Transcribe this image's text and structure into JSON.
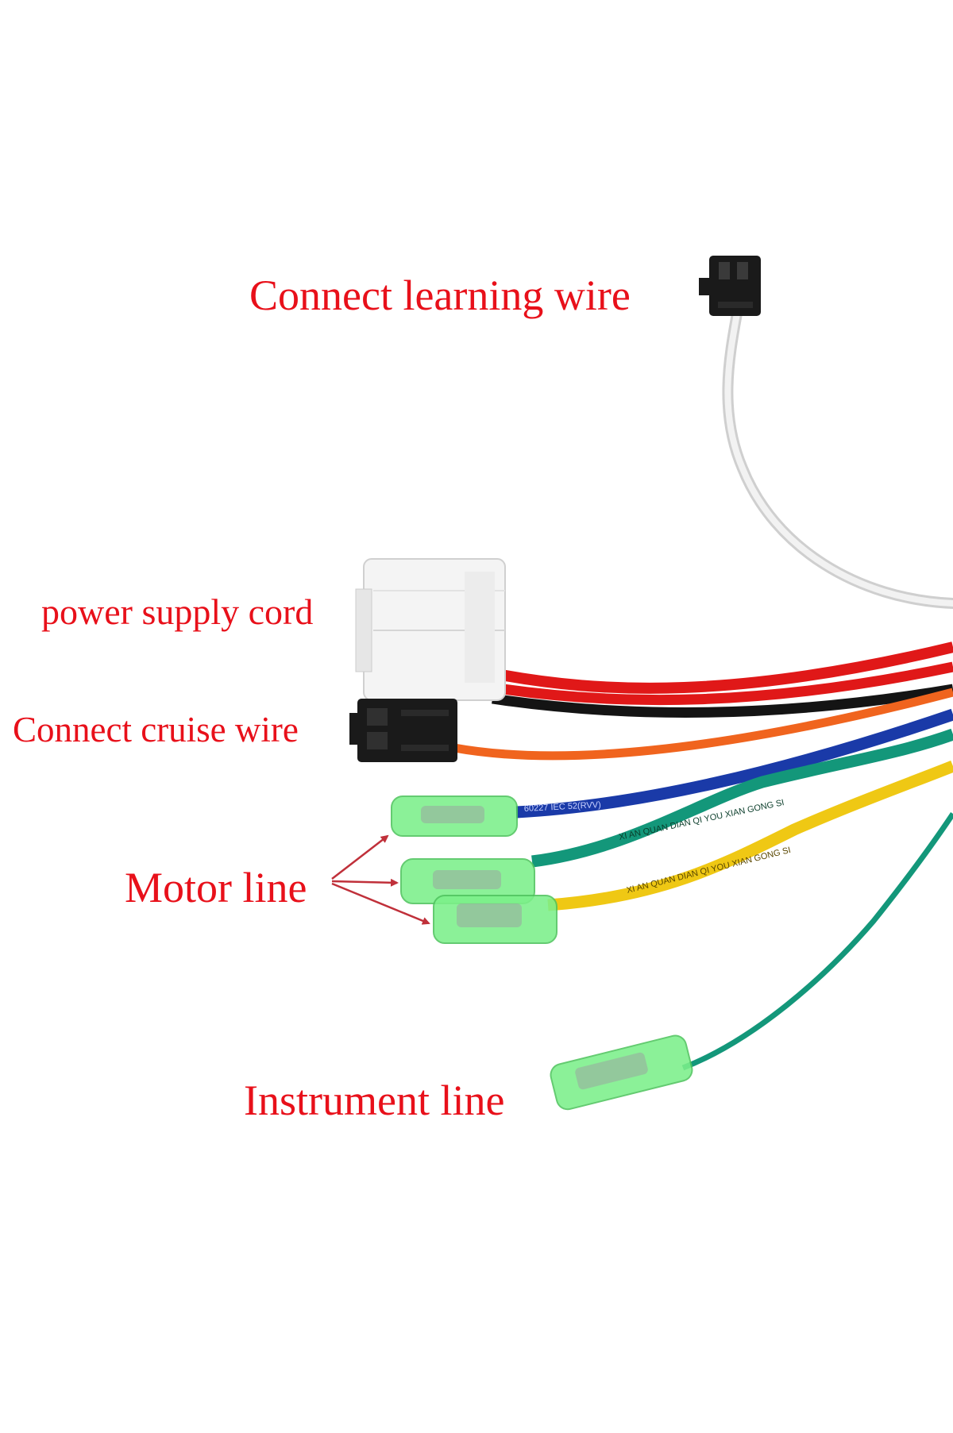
{
  "labels": {
    "learning_wire": "Connect learning wire",
    "power_supply": "power supply cord",
    "cruise_wire": "Connect cruise wire",
    "motor_line": "Motor line",
    "instrument_line": "Instrument line"
  },
  "wire_print": {
    "blue": "60227 IEC 52(RVV)",
    "green": "XI AN QUAN DIAN QI YOU XIAN GONG SI",
    "yellow": "XI AN QUAN DIAN QI YOU XIAN GONG SI"
  },
  "colors": {
    "label_text": "#e8101a",
    "red_wire": "#e01818",
    "black_wire": "#141414",
    "orange_wire": "#f0641e",
    "blue_wire": "#1a3aa8",
    "green_wire": "#13977a",
    "yellow_wire": "#efc814",
    "white_wire": "#e4e4e4",
    "terminal_sleeve": "#7cf08a",
    "connector_black": "#1a1a1a",
    "connector_white": "#f4f4f4"
  }
}
